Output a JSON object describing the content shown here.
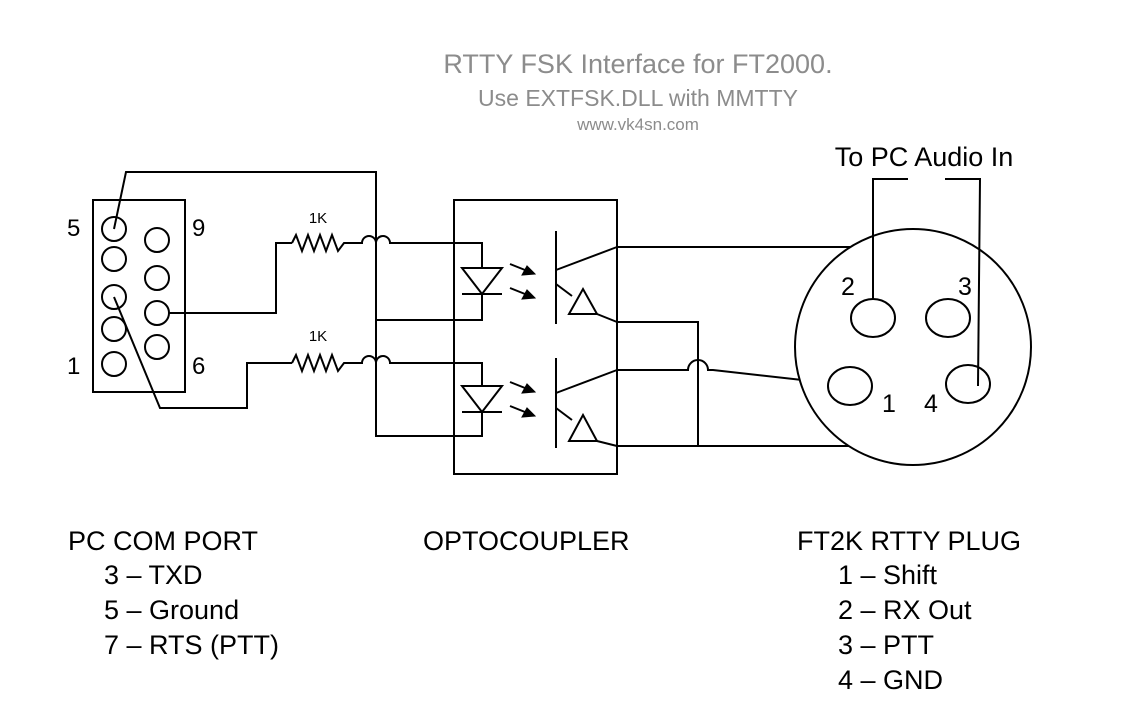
{
  "title": {
    "line1": "RTTY FSK Interface for FT2000.",
    "line2": "Use EXTFSK.DLL with MMTTY",
    "line3": "www.vk4sn.com"
  },
  "colors": {
    "title": "#8c8c8c",
    "ink": "#000000",
    "background": "#ffffff"
  },
  "db9": {
    "pin_labels": {
      "p5": "5",
      "p9": "9",
      "p1": "1",
      "p6": "6"
    }
  },
  "resistors": {
    "top": "1K",
    "bottom": "1K"
  },
  "plug": {
    "heading": "To PC Audio In",
    "pin_labels": {
      "p1": "1",
      "p2": "2",
      "p3": "3",
      "p4": "4"
    }
  },
  "legend": {
    "com_port": {
      "heading": "PC COM PORT",
      "items": [
        "3 – TXD",
        "5 – Ground",
        "7 – RTS (PTT)"
      ]
    },
    "optocoupler": {
      "heading": "OPTOCOUPLER"
    },
    "rtty_plug": {
      "heading": "FT2K RTTY PLUG",
      "items": [
        "1 – Shift",
        "2 – RX Out",
        "3 – PTT",
        "4 – GND"
      ]
    }
  }
}
